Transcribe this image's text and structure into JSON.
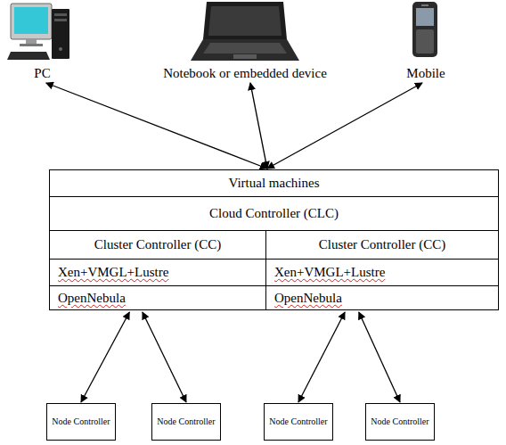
{
  "diagram": {
    "nodes": [
      {
        "text": [
          "PC"
        ]
      },
      {
        "text": [
          "Notebook or embedded device"
        ]
      },
      {
        "text": [
          "Mobile"
        ]
      },
      {
        "text": [
          "Virtual machines"
        ]
      },
      {
        "text": [
          "Cloud Controller (CLC)"
        ]
      },
      {
        "text": [
          "Cluster Controller (CC)"
        ]
      },
      {
        "text": [
          "Xen+VMGL+Lustre"
        ]
      },
      {
        "text": [
          "OpenNebula"
        ]
      },
      {
        "text": [
          "Cluster Controller (CC)"
        ]
      },
      {
        "text": [
          "Xen+VMGL+Lustre"
        ]
      },
      {
        "text": [
          "OpenNebula"
        ]
      },
      {
        "text": [
          "Node Controller"
        ]
      },
      {
        "text": [
          "Node Controller"
        ]
      },
      {
        "text": [
          "Node Controller"
        ]
      },
      {
        "text": [
          "Node Controller"
        ]
      }
    ],
    "edges": [
      {
        "from": 0,
        "to": 3,
        "arrow": "both"
      },
      {
        "from": 1,
        "to": 3,
        "arrow": "both"
      },
      {
        "from": 2,
        "to": 3,
        "arrow": "both"
      },
      {
        "from": 7,
        "to": 11,
        "arrow": "both"
      },
      {
        "from": 7,
        "to": 12,
        "arrow": "both"
      },
      {
        "from": 10,
        "to": 13,
        "arrow": "both"
      },
      {
        "from": 10,
        "to": 14,
        "arrow": "both"
      }
    ]
  }
}
